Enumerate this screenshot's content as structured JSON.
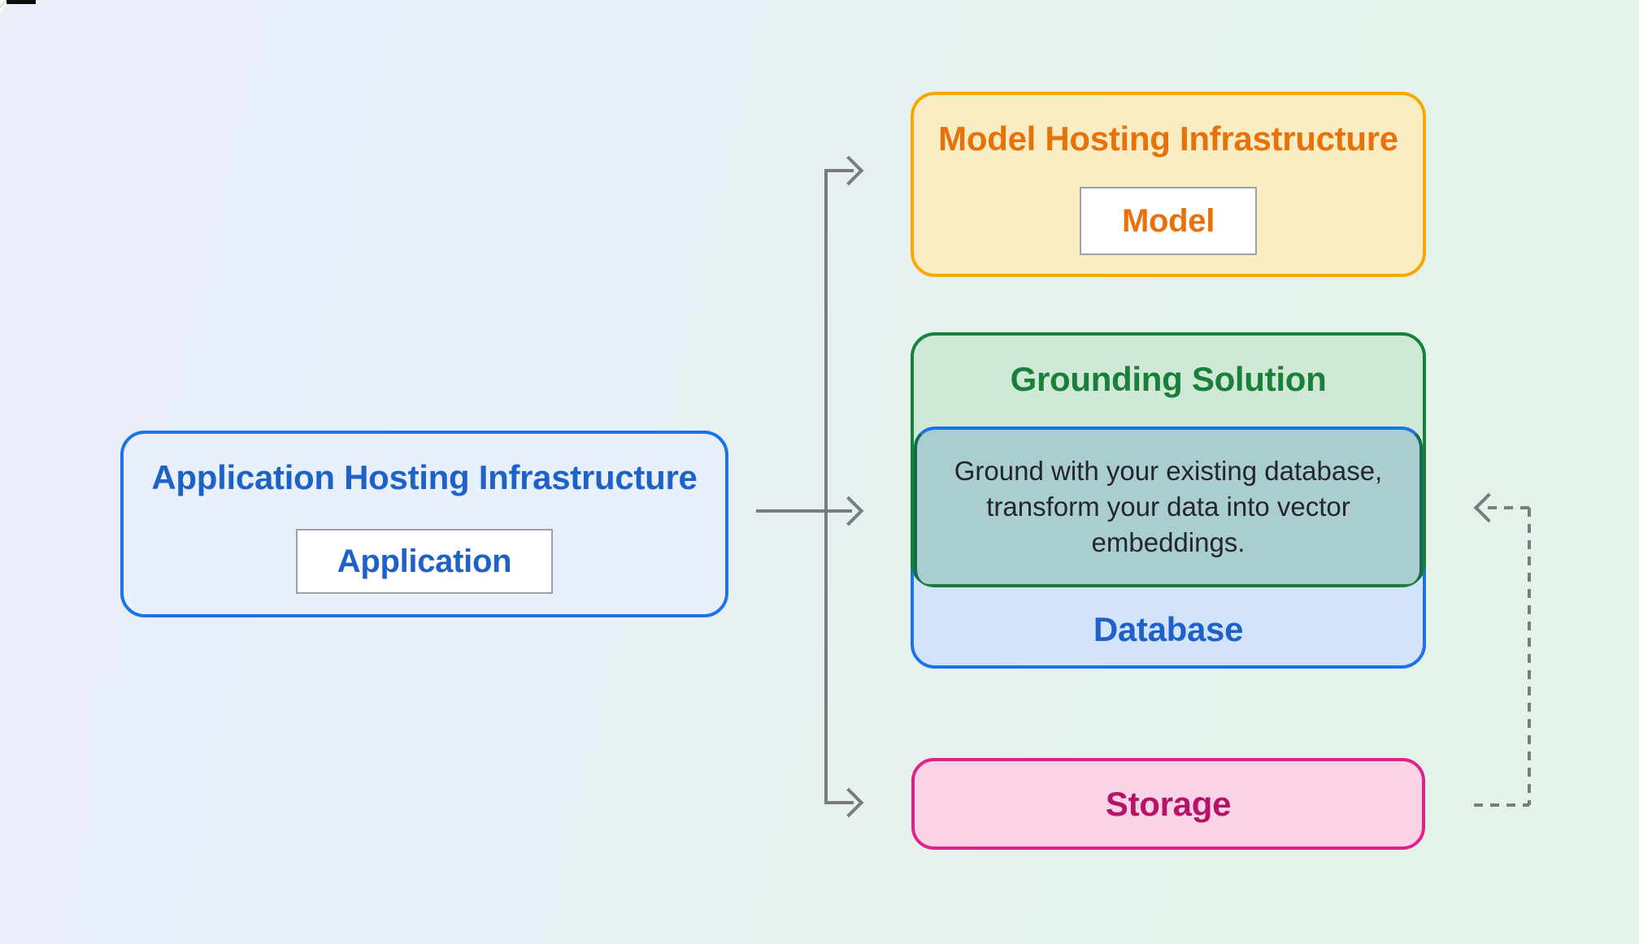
{
  "colors": {
    "background_left": "#E9EEF9",
    "background_right": "#E4F2EA",
    "blue_border": "#1A73E8",
    "blue_text": "#1E62C8",
    "blue_fill": "#D3E3FB",
    "app_box_fill": "#E8F0FC",
    "yellow_border": "#F7A803",
    "yellow_fill": "#FBEDC3",
    "orange_text": "#E8710A",
    "green_border": "#17813C",
    "green_fill": "#CFE9D6",
    "green_text": "#188038",
    "teal_fill": "#A9CDD1",
    "body_text": "#23262A",
    "pink_border": "#E0218A",
    "pink_fill": "#FAD3E7",
    "pink_text": "#B51268",
    "arrow_gray": "#797C7E",
    "chip_border": "#9CA1A7"
  },
  "application_hosting": {
    "title": "Application Hosting Infrastructure",
    "chip": "Application"
  },
  "model_hosting": {
    "title": "Model Hosting Infrastructure",
    "chip": "Model"
  },
  "grounding": {
    "title": "Grounding Solution",
    "description_lines": [
      "Ground with your existing database,",
      "transform your data into vector",
      "embeddings."
    ],
    "database_label": "Database"
  },
  "storage": {
    "label": "Storage"
  }
}
